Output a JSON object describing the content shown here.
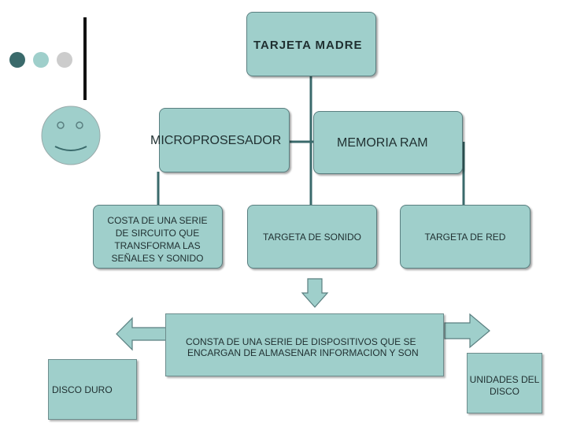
{
  "colors": {
    "box_fill": "#9fcfcb",
    "box_border": "#5a7f80",
    "connector": "#3a6a6b",
    "dot_dark": "#3a6a6b",
    "dot_mid": "#9fcfcb",
    "dot_light": "#cccccc"
  },
  "decor": {
    "icons": [
      "smiley-face-icon",
      "arrow-down-icon",
      "arrow-left-icon",
      "arrow-right-icon"
    ]
  },
  "nodes": {
    "root": "TARJETA MADRE",
    "micro": "MICROPROSESADOR",
    "ram": "MEMORIA RAM",
    "micro_desc": [
      "COSTA DE UNA SERIE",
      "DE SIRCUITO QUE",
      "TRANSFORMA LAS",
      "SEÑALES Y SONIDO"
    ],
    "sonido": "TARGETA DE SONIDO",
    "red": "TARGETA DE RED",
    "storage_desc": [
      "CONSTA DE UNA SERIE DE DISPOSITIVOS QUE SE",
      "ENCARGAN DE ALMASENAR INFORMACION Y SON"
    ],
    "disco_duro": "DISCO DURO",
    "unidades": [
      "UNIDADES DEL",
      "DISCO"
    ]
  }
}
